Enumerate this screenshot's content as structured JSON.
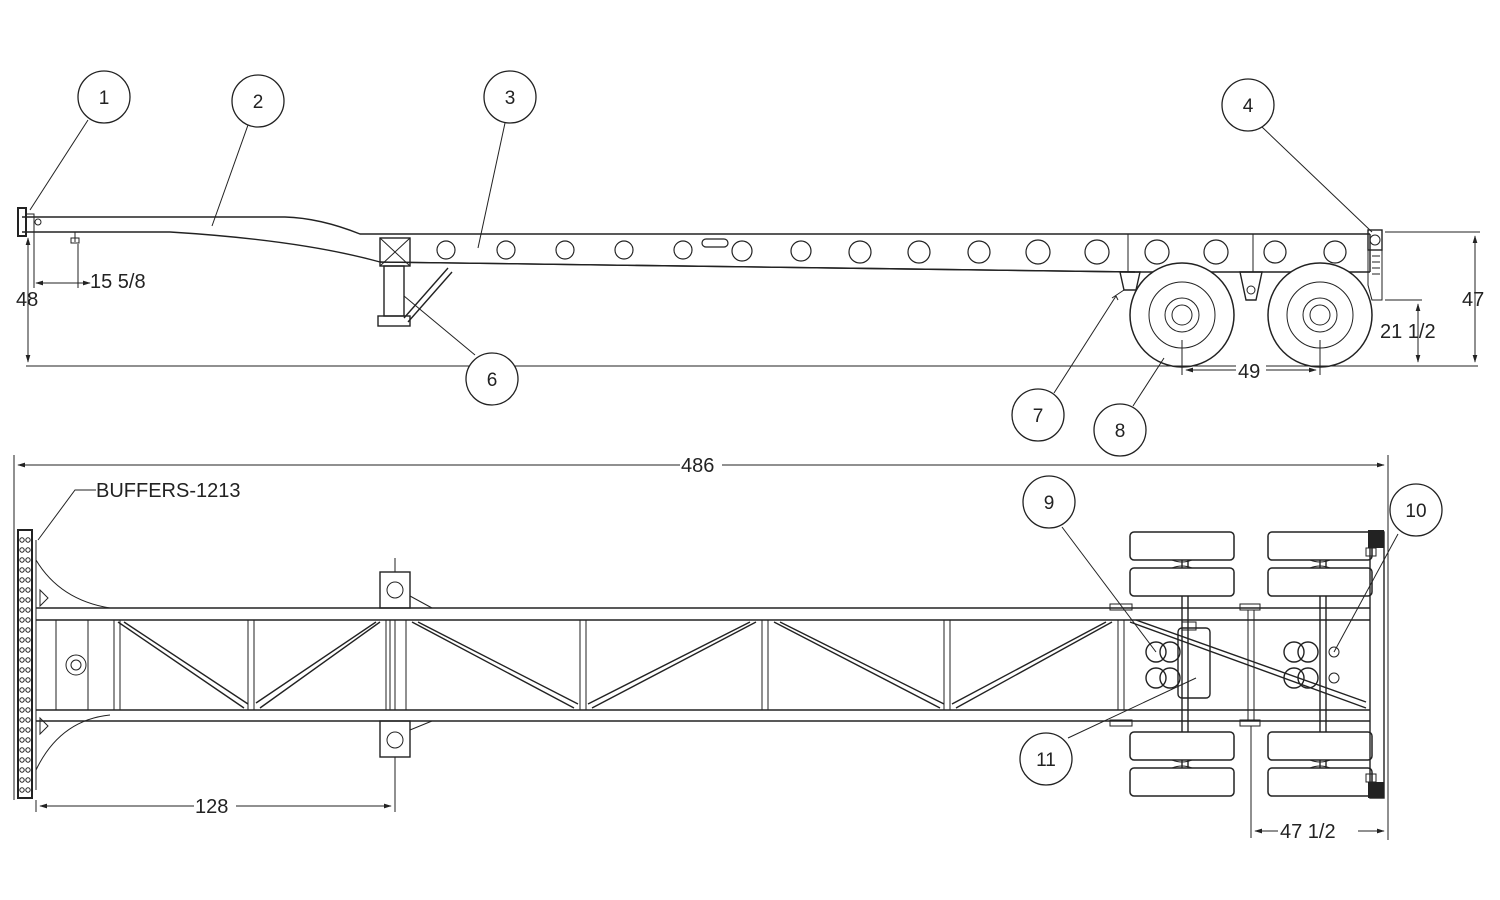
{
  "callouts": [
    "1",
    "2",
    "3",
    "4",
    "6",
    "7",
    "8",
    "9",
    "10",
    "11"
  ],
  "dimensions": {
    "d_15_5_8": "15 5/8",
    "d_48": "48",
    "d_47": "47",
    "d_21_1_2": "21 1/2",
    "d_49": "49",
    "d_486": "486",
    "d_128": "128",
    "d_47_1_2": "47 1/2"
  },
  "labels": {
    "buffers": "BUFFERS-1213"
  }
}
